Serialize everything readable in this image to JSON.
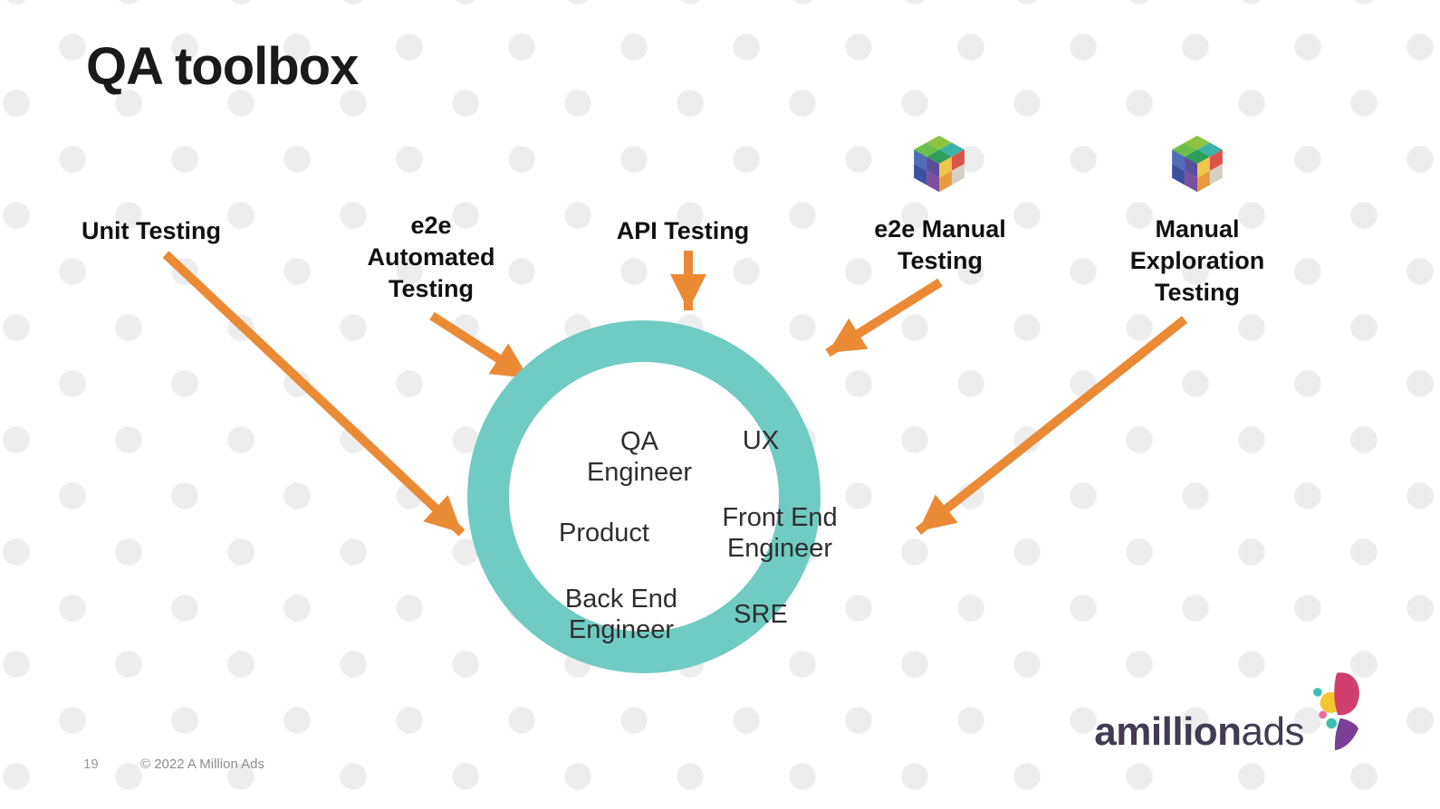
{
  "slide": {
    "title": "QA toolbox"
  },
  "top_labels": {
    "unit": "Unit Testing",
    "e2e_automated": "e2e Automated Testing",
    "api": "API Testing",
    "e2e_manual": "e2e Manual Testing",
    "manual_exploration": "Manual Exploration Testing"
  },
  "circle_roles": {
    "qa": "QA Engineer",
    "ux": "UX",
    "product": "Product",
    "frontend": "Front End Engineer",
    "backend": "Back End Engineer",
    "sre": "SRE"
  },
  "connections": [
    {
      "from": "Unit Testing",
      "to": "team-circle"
    },
    {
      "from": "e2e Automated Testing",
      "to": "team-circle"
    },
    {
      "from": "API Testing",
      "to": "team-circle"
    },
    {
      "from": "e2e Manual Testing",
      "to": "team-circle"
    },
    {
      "from": "Manual Exploration Testing",
      "to": "team-circle"
    }
  ],
  "footer": {
    "page_number": "19",
    "copyright": "© 2022 A Million Ads"
  },
  "logo": {
    "bold": "amillion",
    "regular": "ads"
  },
  "icons": {
    "cube_blocks": "cube-blocks-icon",
    "logo_mark": "amillionads-logo-icon"
  },
  "colors": {
    "arrow": "#EB8A35",
    "ring": "#70CBC2",
    "title": "#1A1A1A",
    "label_text": "#101010",
    "role_text": "#2E2E2E",
    "footer_text": "#8D8D8D",
    "logo_text": "#423B52",
    "background_dot": "#EDEDED"
  }
}
